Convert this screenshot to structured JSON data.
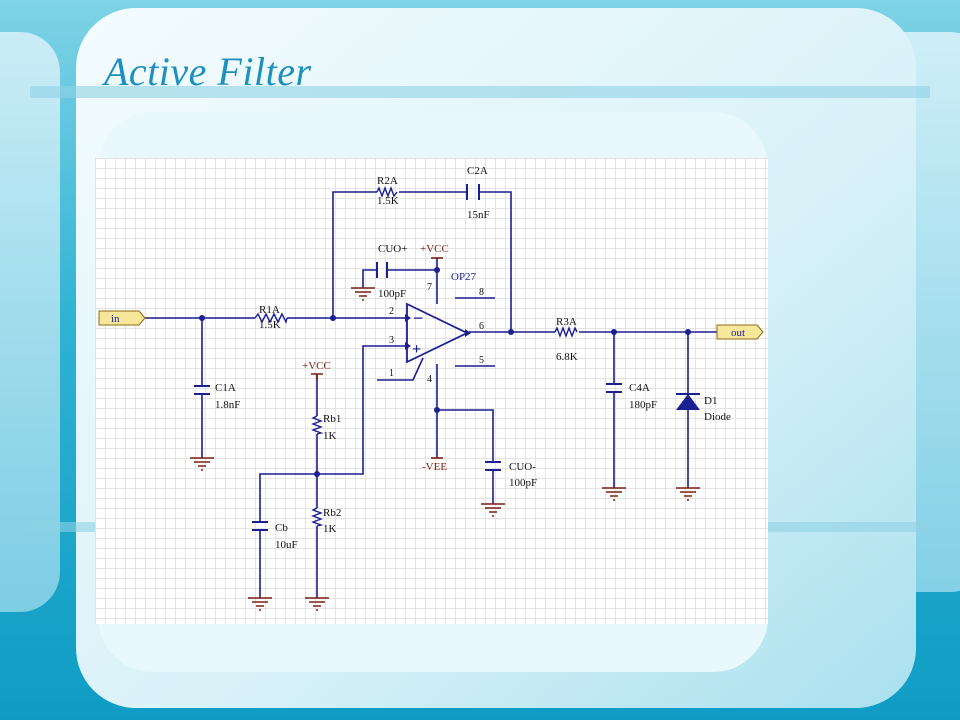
{
  "slide": {
    "title": "Active Filter"
  },
  "schematic": {
    "ports": {
      "in": "in",
      "out": "out"
    },
    "opamp": {
      "name": "OP27",
      "minus": "−",
      "plus": "+"
    },
    "pins": {
      "p2": "2",
      "p3": "3",
      "p1": "1",
      "p7": "7",
      "p4": "4",
      "p8": "8",
      "p6": "6",
      "p5": "5"
    },
    "power": {
      "vcc_top": "+VCC",
      "vcc_left": "+VCC",
      "vee": "-VEE"
    },
    "components": {
      "r2a": {
        "ref": "R2A",
        "value": "1.5K"
      },
      "c2a": {
        "ref": "C2A",
        "value": "15nF"
      },
      "cuo_plus": {
        "ref": "CUO+",
        "value": "100pF"
      },
      "r1a": {
        "ref": "R1A",
        "value": "1.5K"
      },
      "c1a": {
        "ref": "C1A",
        "value": "1.8nF"
      },
      "rb1": {
        "ref": "Rb1",
        "value": "1K"
      },
      "rb2": {
        "ref": "Rb2",
        "value": "1K"
      },
      "cb": {
        "ref": "Cb",
        "value": "10uF"
      },
      "cuo_minus": {
        "ref": "CUO-",
        "value": "100pF"
      },
      "r3a": {
        "ref": "R3A",
        "value": "6.8K"
      },
      "c4a": {
        "ref": "C4A",
        "value": "180pF"
      },
      "d1": {
        "ref": "D1",
        "value": "Diode"
      }
    }
  }
}
